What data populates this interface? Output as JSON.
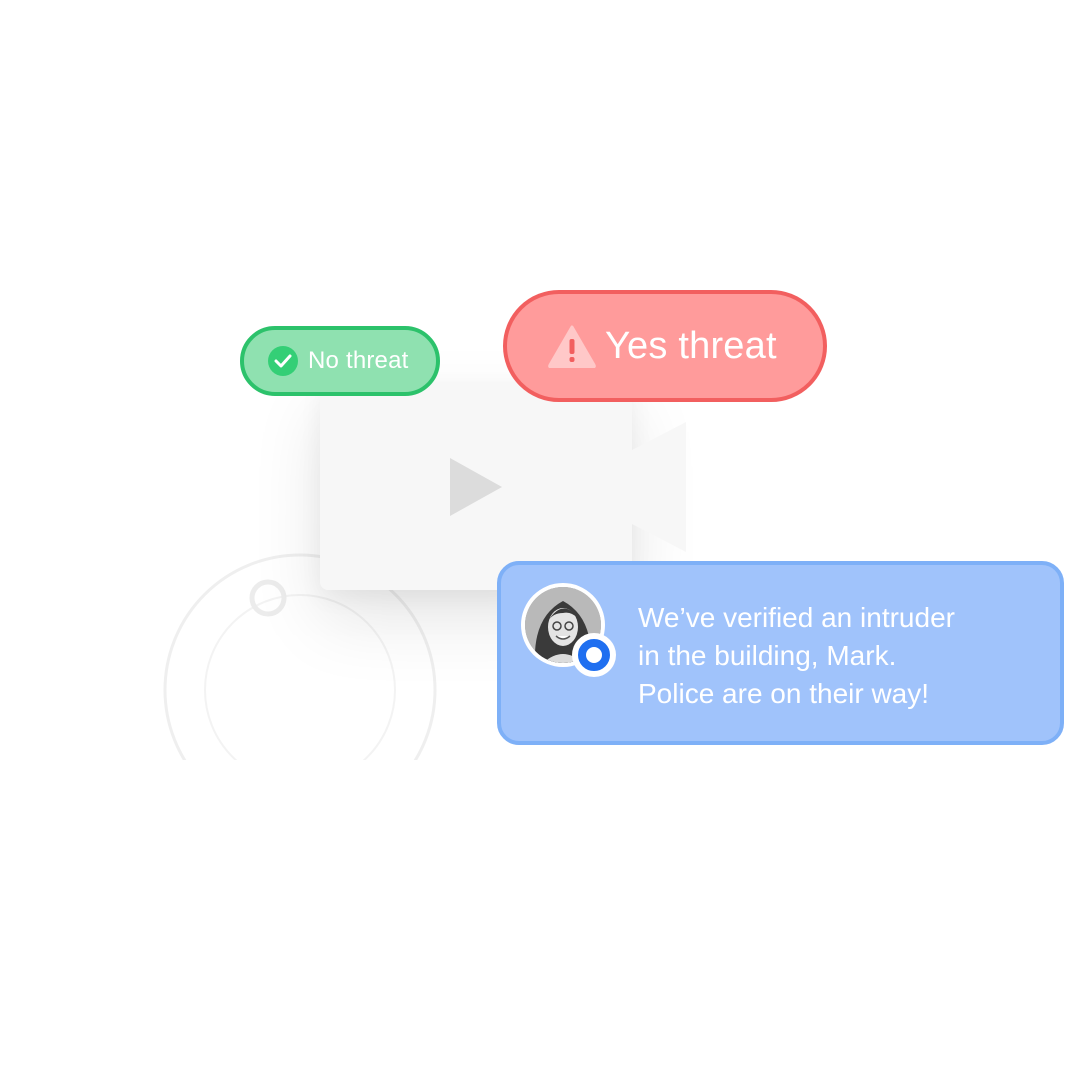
{
  "badges": {
    "no_threat": {
      "label": "No threat",
      "icon": "check-icon",
      "color": "#2cc26b"
    },
    "yes_threat": {
      "label": "Yes threat",
      "icon": "warning-triangle-icon",
      "color": "#f25f5f"
    }
  },
  "video": {
    "icon": "video-camera-icon"
  },
  "message": {
    "avatar": "avatar",
    "status_color": "#1f6ff0",
    "lines": [
      "We’ve verified an intruder",
      "in the building, Mark.",
      "Police are on their way!"
    ]
  }
}
